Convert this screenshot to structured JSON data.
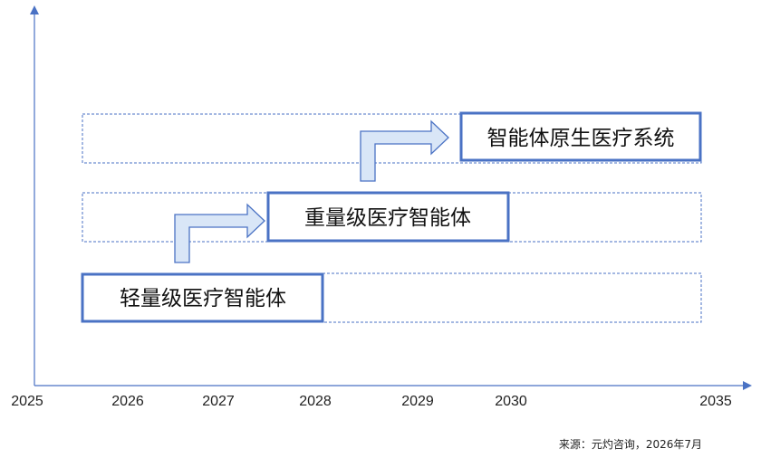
{
  "colors": {
    "accent": "#4A72C4",
    "arrow_fill": "#D9E6F7",
    "text": "#111111"
  },
  "diagram": {
    "stages": [
      {
        "label": "轻量级医疗智能体",
        "start": 2025,
        "end": 2028
      },
      {
        "label": "重量级医疗智能体",
        "start": 2027,
        "end": 2030
      },
      {
        "label": "智能体原生医疗系统",
        "start": 2029,
        "end": 2035
      }
    ],
    "x_axis": {
      "ticks": [
        "2025",
        "2026",
        "2027",
        "2028",
        "2029",
        "2030",
        "2035"
      ]
    },
    "source_note": "来源：元灼咨询，2026年7月"
  }
}
